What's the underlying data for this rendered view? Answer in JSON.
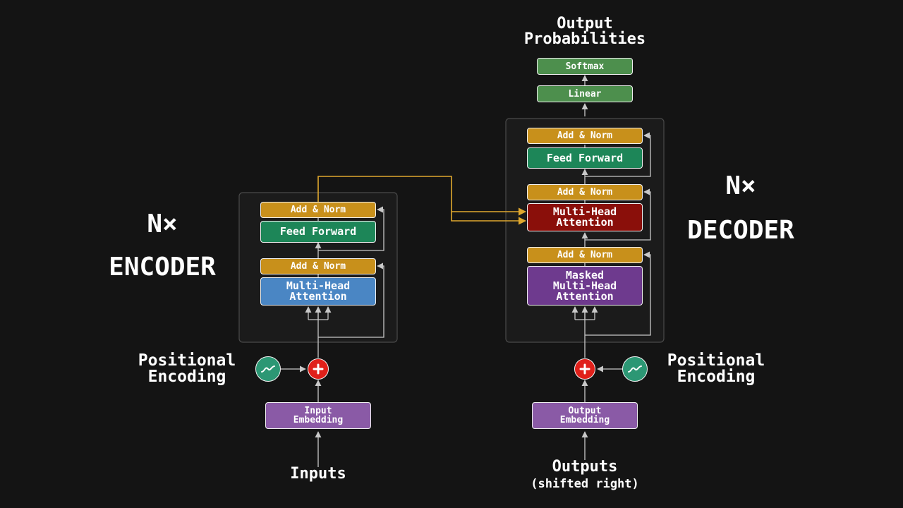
{
  "encoder": {
    "title": "ENCODER",
    "repeat": "N×",
    "add_norm_top": "Add & Norm",
    "feed_forward": "Feed Forward",
    "add_norm_bottom": "Add & Norm",
    "attention": "Multi-Head\nAttention",
    "positional_encoding": "Positional\nEncoding",
    "embedding": "Input\nEmbedding",
    "input_label": "Inputs"
  },
  "decoder": {
    "title": "DECODER",
    "repeat": "N×",
    "add_norm_top": "Add & Norm",
    "feed_forward": "Feed Forward",
    "add_norm_middle": "Add & Norm",
    "cross_attention": "Multi-Head\nAttention",
    "add_norm_bottom": "Add & Norm",
    "masked_attention": "Masked\nMulti-Head\nAttention",
    "positional_encoding": "Positional\nEncoding",
    "embedding": "Output\nEmbedding",
    "input_label": "Outputs",
    "input_sublabel": "(shifted right)"
  },
  "head": {
    "linear": "Linear",
    "softmax": "Softmax",
    "output_label": "Output\nProbabilities"
  },
  "colors": {
    "background": "#141414",
    "add_norm": "#c8901b",
    "feed_forward": "#1d8658",
    "encoder_attention": "#4a86c4",
    "cross_attention": "#8a0f0a",
    "masked_attention": "#6e3a8e",
    "embedding": "#8a5aa6",
    "linear_softmax": "#4d8f4d",
    "add_operator": "#e0201a",
    "positional_operator": "#2c9774",
    "connection_highlight": "#e0a82e"
  },
  "icons": {
    "add_operator": "plus-icon",
    "positional_operator": "sine-wave-icon"
  }
}
